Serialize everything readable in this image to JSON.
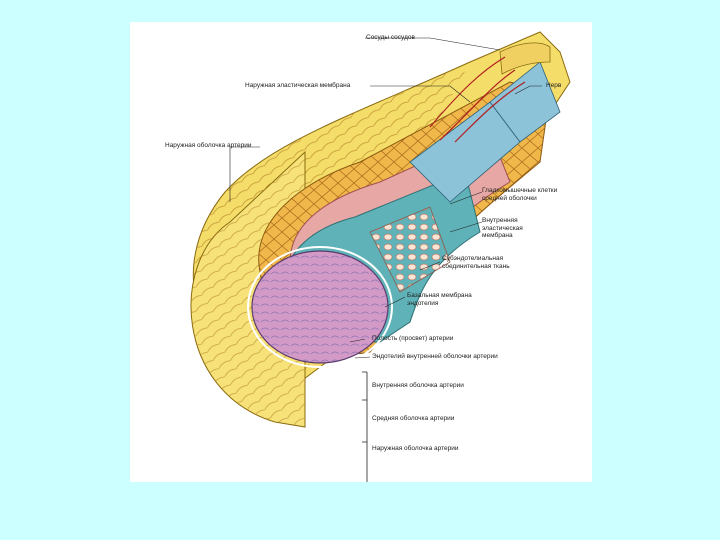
{
  "colors": {
    "background": "#ccffff",
    "panel": "#ffffff",
    "adventitia": "#f5dd6a",
    "media": "#f0b74a",
    "membrane": "#e7a7a5",
    "endothelium": "#5fb3b8",
    "lumen": "#d39ac8"
  },
  "labels": {
    "vessels": "Сосуды сосудов",
    "outer_membrane": "Наружная эластическая мембрана",
    "nerve": "Нерв",
    "adventitia": "Наружная оболочка артерии",
    "smooth_muscle": "Гладкомышечные клетки средней оболочки",
    "internal_membrane": "Внутренняя эластическая мембрана",
    "subendothelial": "Субэндотелиальная соединительная ткань",
    "basal_membrane": "Базальная мембрана эндотелия",
    "lumen": "Полость (просвет) артерии",
    "endothelium": "Эндотелий внутренней оболочки артерии",
    "layer_inner": "Внутренняя оболочка артерии",
    "layer_middle": "Средняя оболочка артерии",
    "layer_outer": "Наружная оболочка артерии"
  }
}
